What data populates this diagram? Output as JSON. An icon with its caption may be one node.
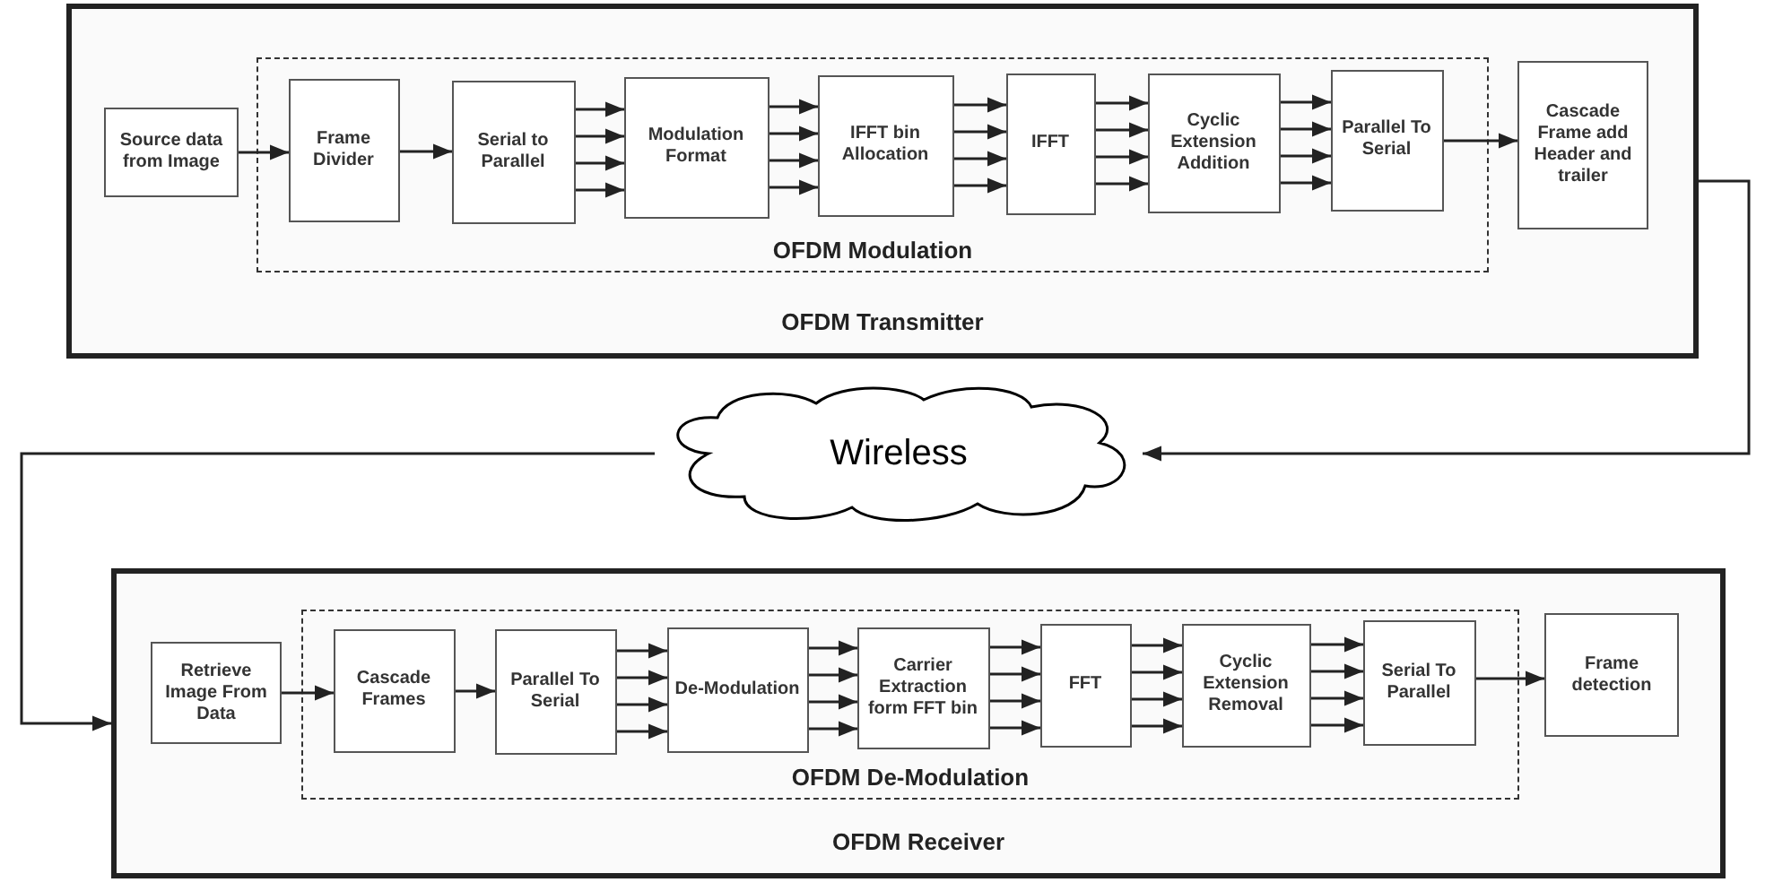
{
  "diagram": {
    "nodes": [
      {
        "text": [
          "OFDM Transmitter"
        ]
      },
      {
        "text": [
          "Source data from Image"
        ],
        "in": 0
      },
      {
        "text": [
          "OFDM Modulation"
        ],
        "in": 0
      },
      {
        "text": [
          "Frame Divider"
        ],
        "in": 2
      },
      {
        "text": [
          "Serial to Parallel"
        ],
        "in": 2
      },
      {
        "text": [
          "Modulation Format"
        ],
        "in": 2
      },
      {
        "text": [
          "IFFT bin Allocation"
        ],
        "in": 2
      },
      {
        "text": [
          "IFFT"
        ],
        "in": 2
      },
      {
        "text": [
          "Cyclic Extension Addition"
        ],
        "in": 2
      },
      {
        "text": [
          "Parallel To Serial"
        ],
        "in": 2
      },
      {
        "text": [
          "Cascade Frame add Header and trailer"
        ],
        "in": 0
      },
      {
        "text": [
          "Wireless"
        ]
      },
      {
        "text": [
          "OFDM Receiver"
        ]
      },
      {
        "text": [
          "Retrieve Image From Data"
        ],
        "in": 12
      },
      {
        "text": [
          "OFDM De-Modulation"
        ],
        "in": 12
      },
      {
        "text": [
          "Cascade Frames"
        ],
        "in": 14
      },
      {
        "text": [
          "Parallel To Serial"
        ],
        "in": 14
      },
      {
        "text": [
          "De-Modulation"
        ],
        "in": 14
      },
      {
        "text": [
          "Carrier Extraction form FFT bin"
        ],
        "in": 14
      },
      {
        "text": [
          "FFT"
        ],
        "in": 14
      },
      {
        "text": [
          "Cyclic Extension Removal"
        ],
        "in": 14
      },
      {
        "text": [
          "Serial To Parallel"
        ],
        "in": 14
      },
      {
        "text": [
          "Frame detection"
        ],
        "in": 12
      }
    ],
    "edges": [
      {
        "from": 1,
        "to": 3,
        "arrow": "to"
      },
      {
        "from": 3,
        "to": 4,
        "arrow": "to"
      },
      {
        "from": 4,
        "to": 5,
        "arrow": "to"
      },
      {
        "from": 4,
        "to": 5,
        "arrow": "to"
      },
      {
        "from": 4,
        "to": 5,
        "arrow": "to"
      },
      {
        "from": 4,
        "to": 5,
        "arrow": "to"
      },
      {
        "from": 5,
        "to": 6,
        "arrow": "to"
      },
      {
        "from": 5,
        "to": 6,
        "arrow": "to"
      },
      {
        "from": 5,
        "to": 6,
        "arrow": "to"
      },
      {
        "from": 5,
        "to": 6,
        "arrow": "to"
      },
      {
        "from": 6,
        "to": 7,
        "arrow": "to"
      },
      {
        "from": 6,
        "to": 7,
        "arrow": "to"
      },
      {
        "from": 6,
        "to": 7,
        "arrow": "to"
      },
      {
        "from": 6,
        "to": 7,
        "arrow": "to"
      },
      {
        "from": 7,
        "to": 8,
        "arrow": "to"
      },
      {
        "from": 7,
        "to": 8,
        "arrow": "to"
      },
      {
        "from": 7,
        "to": 8,
        "arrow": "to"
      },
      {
        "from": 7,
        "to": 8,
        "arrow": "to"
      },
      {
        "from": 8,
        "to": 9,
        "arrow": "to"
      },
      {
        "from": 8,
        "to": 9,
        "arrow": "to"
      },
      {
        "from": 8,
        "to": 9,
        "arrow": "to"
      },
      {
        "from": 8,
        "to": 9,
        "arrow": "to"
      },
      {
        "from": 9,
        "to": 10,
        "arrow": "to"
      },
      {
        "from": 0,
        "to": 11,
        "arrow": "to"
      },
      {
        "from": 11,
        "to": 12,
        "arrow": "to"
      },
      {
        "from": 13,
        "to": 15,
        "arrow": "to"
      },
      {
        "from": 15,
        "to": 16,
        "arrow": "to"
      },
      {
        "from": 16,
        "to": 17,
        "arrow": "to"
      },
      {
        "from": 16,
        "to": 17,
        "arrow": "to"
      },
      {
        "from": 16,
        "to": 17,
        "arrow": "to"
      },
      {
        "from": 16,
        "to": 17,
        "arrow": "to"
      },
      {
        "from": 17,
        "to": 18,
        "arrow": "to"
      },
      {
        "from": 17,
        "to": 18,
        "arrow": "to"
      },
      {
        "from": 17,
        "to": 18,
        "arrow": "to"
      },
      {
        "from": 17,
        "to": 18,
        "arrow": "to"
      },
      {
        "from": 18,
        "to": 19,
        "arrow": "to"
      },
      {
        "from": 18,
        "to": 19,
        "arrow": "to"
      },
      {
        "from": 18,
        "to": 19,
        "arrow": "to"
      },
      {
        "from": 18,
        "to": 19,
        "arrow": "to"
      },
      {
        "from": 19,
        "to": 20,
        "arrow": "to"
      },
      {
        "from": 19,
        "to": 20,
        "arrow": "to"
      },
      {
        "from": 19,
        "to": 20,
        "arrow": "to"
      },
      {
        "from": 19,
        "to": 20,
        "arrow": "to"
      },
      {
        "from": 20,
        "to": 21,
        "arrow": "to"
      },
      {
        "from": 20,
        "to": 21,
        "arrow": "to"
      },
      {
        "from": 20,
        "to": 21,
        "arrow": "to"
      },
      {
        "from": 20,
        "to": 21,
        "arrow": "to"
      },
      {
        "from": 21,
        "to": 22,
        "arrow": "to"
      }
    ]
  }
}
